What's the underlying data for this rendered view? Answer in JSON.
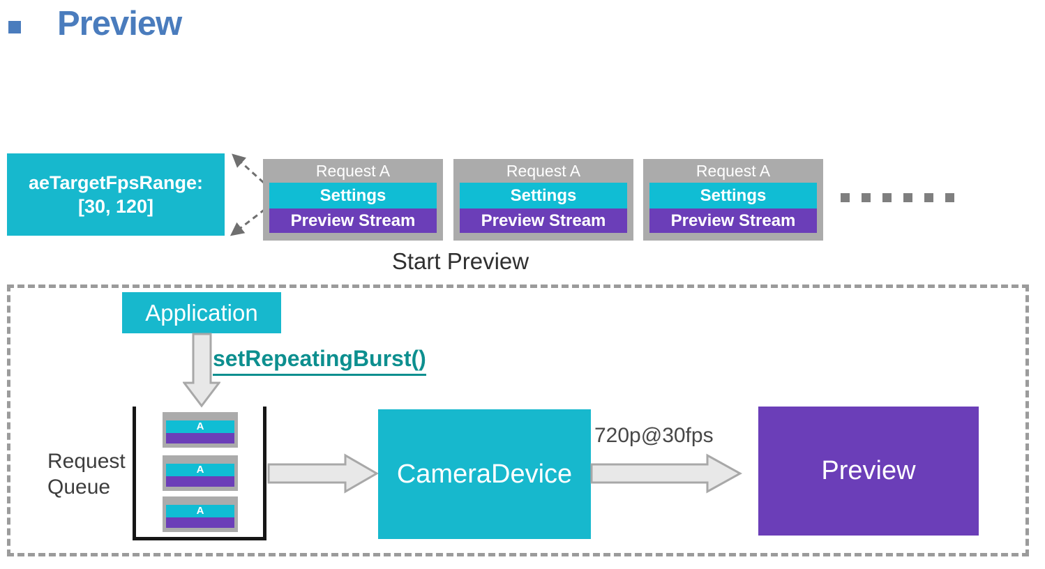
{
  "title": "Preview",
  "top_row": {
    "fps_box": {
      "line1": "aeTargetFpsRange:",
      "line2": "[30, 120]"
    },
    "requests": [
      {
        "title": "Request A",
        "settings": "Settings",
        "stream": "Preview Stream"
      },
      {
        "title": "Request A",
        "settings": "Settings",
        "stream": "Preview Stream"
      },
      {
        "title": "Request A",
        "settings": "Settings",
        "stream": "Preview Stream"
      }
    ]
  },
  "start_preview_label": "Start Preview",
  "flow": {
    "application": "Application",
    "call_label": "setRepeatingBurst()",
    "queue_label_line1": "Request",
    "queue_label_line2": "Queue",
    "queue_items": [
      "A",
      "A",
      "A"
    ],
    "camera_device": "CameraDevice",
    "fps_label": "720p@30fps",
    "preview": "Preview"
  },
  "colors": {
    "cyan": "#17b8cd",
    "settings_cyan": "#10bdd4",
    "purple": "#6b3eb8",
    "gray_box": "#ababab",
    "title_blue": "#4a7cbd",
    "teal_link": "#0d8f8f",
    "arrow_fill": "#e8e8e8",
    "arrow_stroke": "#a8a8a8",
    "dash_border": "#9b9b9b",
    "text_dark": "#3d3d3d",
    "dot_gray": "#7f7f7f"
  }
}
